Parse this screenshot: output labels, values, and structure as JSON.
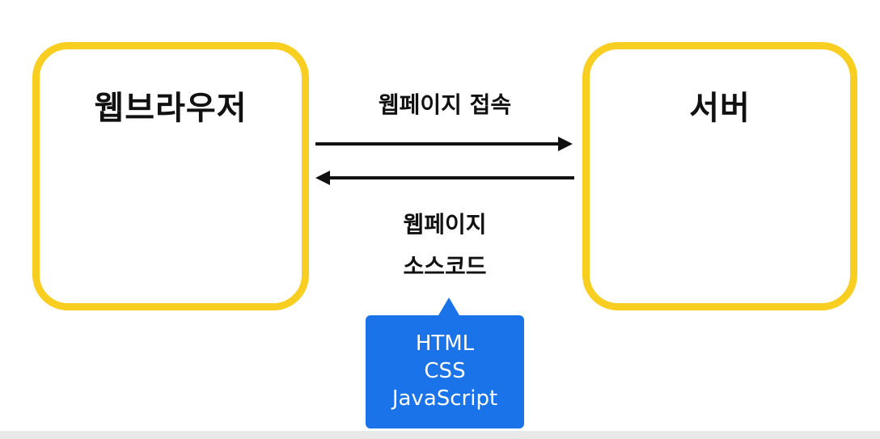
{
  "browser": {
    "title": "웹브라우저"
  },
  "server": {
    "title": "서버"
  },
  "request": {
    "label": "웹페이지 접속"
  },
  "response": {
    "line1": "웹페이지",
    "line2": "소스코드"
  },
  "tooltip": {
    "items": [
      "HTML",
      "CSS",
      "JavaScript"
    ]
  },
  "colors": {
    "box_border": "#f8cf20",
    "tooltip_bg": "#1a73e8",
    "arrow": "#111111"
  }
}
